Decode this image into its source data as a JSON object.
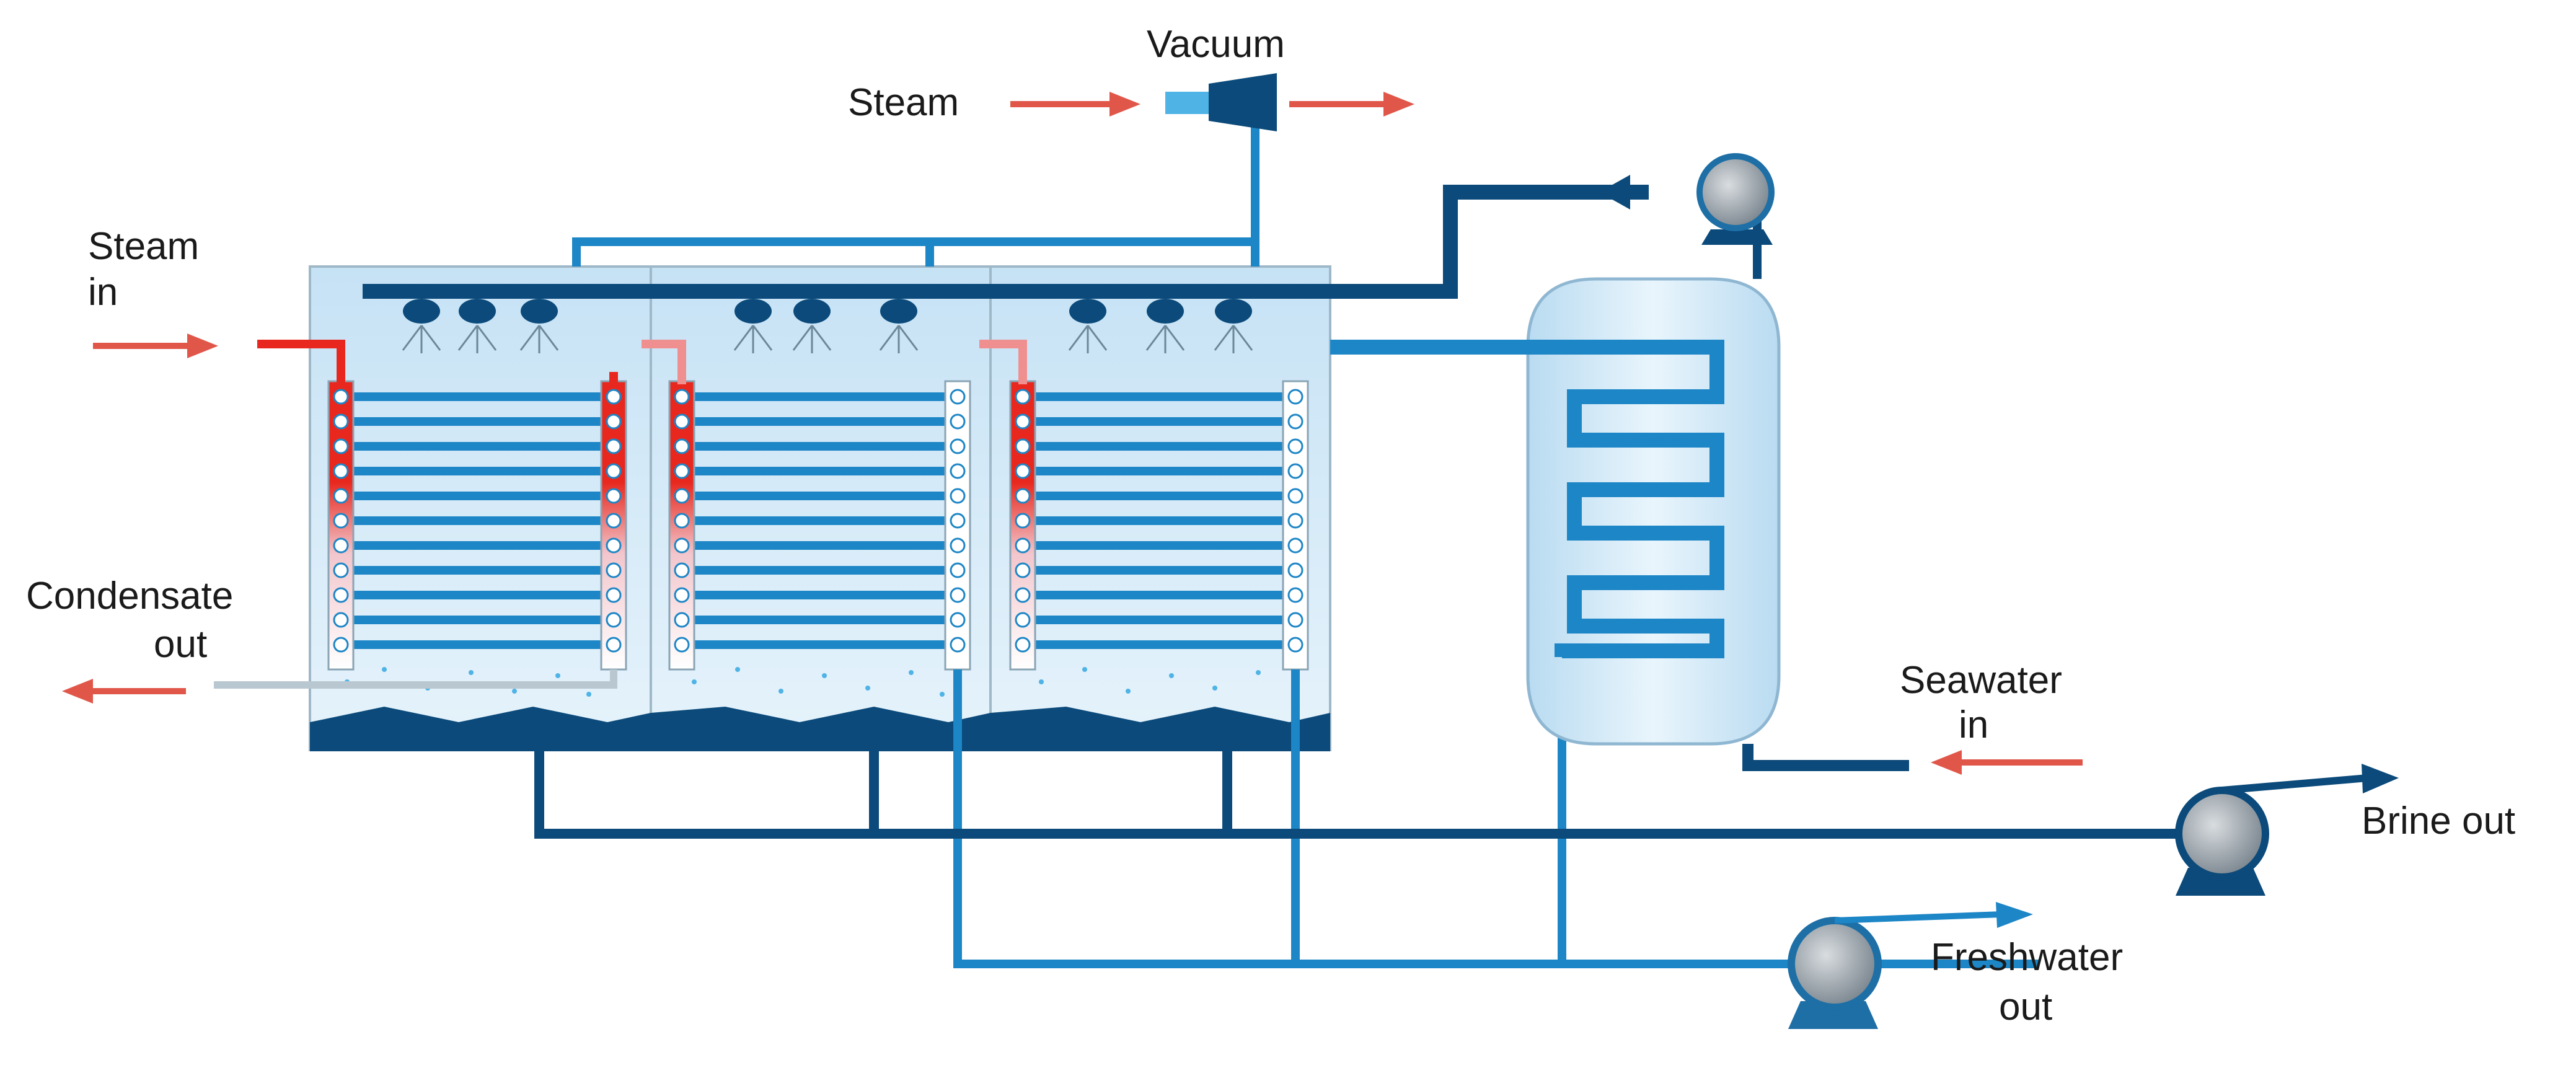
{
  "labels": {
    "vacuum": "Vacuum",
    "steam": "Steam",
    "steam_in_1": "Steam",
    "steam_in_2": "in",
    "condensate_1": "Condensate",
    "condensate_2": "out",
    "seawater_1": "Seawater",
    "seawater_2": "in",
    "brine_out": "Brine out",
    "freshwater_1": "Freshwater",
    "freshwater_2": "out"
  },
  "colors": {
    "dark_pipe": "#0b4a7a",
    "mid_pipe": "#1d86c6",
    "light_pipe": "#4fb3e6",
    "steam_red": "#e8281e",
    "arrow_red": "#e0574a",
    "vessel_fill": "#d5eaf7",
    "tank_fill": "#c9e2f3"
  },
  "stages": 3
}
